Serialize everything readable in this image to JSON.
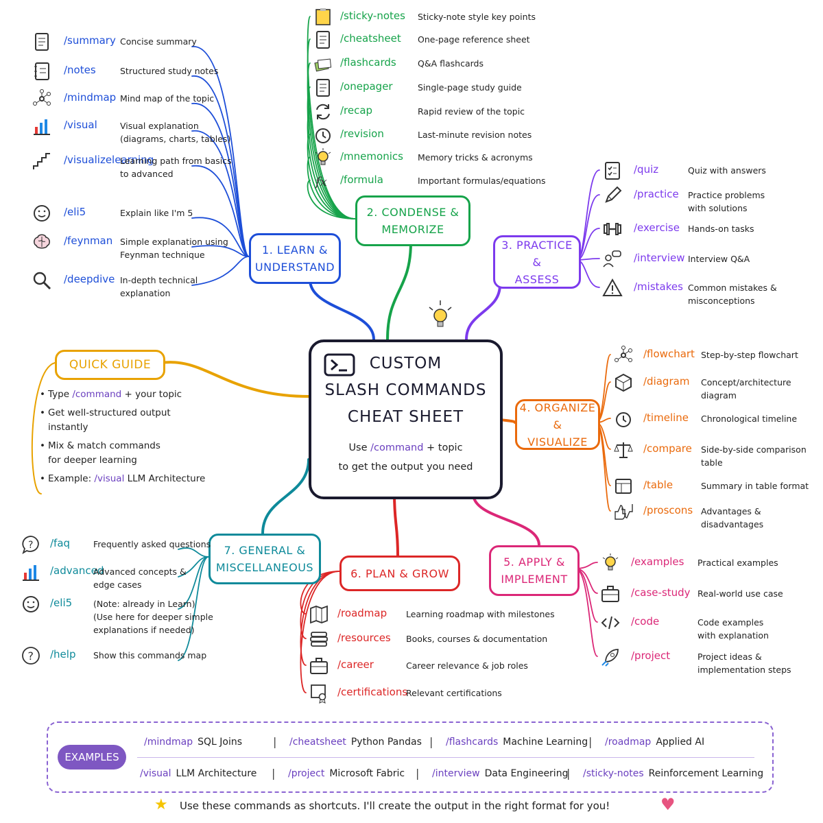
{
  "center": {
    "title": "CUSTOM\nSLASH COMMANDS\nCHEAT SHEET",
    "sub_prefix": "Use ",
    "sub_cmd": "/command",
    "sub_mid": " + topic",
    "sub_line2": "to get the output you need"
  },
  "branches": [
    {
      "id": "learn",
      "label": "1. LEARN &\nUNDERSTAND",
      "color": "#1d4ed8",
      "items": [
        {
          "cmd": "/summary",
          "desc": "Concise summary",
          "icon": "document-icon"
        },
        {
          "cmd": "/notes",
          "desc": "Structured study notes",
          "icon": "notebook-icon"
        },
        {
          "cmd": "/mindmap",
          "desc": "Mind map of the topic",
          "icon": "mindmap-icon"
        },
        {
          "cmd": "/visual",
          "desc": "Visual explanation\n(diagrams, charts, tables)",
          "icon": "bar-chart-icon"
        },
        {
          "cmd": "/visualizelearning",
          "desc": "Learning path from basics\nto advanced",
          "icon": "stairs-icon"
        },
        {
          "cmd": "/eli5",
          "desc": "Explain like I'm 5",
          "icon": "smiley-face-icon"
        },
        {
          "cmd": "/feynman",
          "desc": "Simple explanation using\nFeynman technique",
          "icon": "brain-icon"
        },
        {
          "cmd": "/deepdive",
          "desc": "In-depth technical\nexplanation",
          "icon": "magnifier-icon"
        }
      ]
    },
    {
      "id": "condense",
      "label": "2. CONDENSE &\nMEMORIZE",
      "color": "#16a34a",
      "items": [
        {
          "cmd": "/sticky-notes",
          "desc": "Sticky-note style key points",
          "icon": "sticky-note-icon"
        },
        {
          "cmd": "/cheatsheet",
          "desc": "One-page reference sheet",
          "icon": "sheet-icon"
        },
        {
          "cmd": "/flashcards",
          "desc": "Q&A flashcards",
          "icon": "flashcards-icon"
        },
        {
          "cmd": "/onepager",
          "desc": "Single-page study guide",
          "icon": "page-icon"
        },
        {
          "cmd": "/recap",
          "desc": "Rapid review of the topic",
          "icon": "refresh-icon"
        },
        {
          "cmd": "/revision",
          "desc": "Last-minute revision notes",
          "icon": "alarm-clock-icon"
        },
        {
          "cmd": "/mnemonics",
          "desc": "Memory tricks & acronyms",
          "icon": "lightbulb-icon"
        },
        {
          "cmd": "/formula",
          "desc": "Important formulas/equations",
          "icon": "function-icon"
        }
      ]
    },
    {
      "id": "practice",
      "label": "3. PRACTICE &\nASSESS",
      "color": "#7c3aed",
      "items": [
        {
          "cmd": "/quiz",
          "desc": "Quiz with answers",
          "icon": "checklist-icon"
        },
        {
          "cmd": "/practice",
          "desc": "Practice problems\nwith solutions",
          "icon": "pencil-icon"
        },
        {
          "cmd": "/exercise",
          "desc": "Hands-on tasks",
          "icon": "dumbbell-icon"
        },
        {
          "cmd": "/interview",
          "desc": "Interview Q&A",
          "icon": "people-chat-icon"
        },
        {
          "cmd": "/mistakes",
          "desc": "Common mistakes &\nmisconceptions",
          "icon": "warning-icon"
        }
      ]
    },
    {
      "id": "organize",
      "label": "4. ORGANIZE &\nVISUALIZE",
      "color": "#ea6a0c",
      "items": [
        {
          "cmd": "/flowchart",
          "desc": "Step-by-step flowchart",
          "icon": "flowchart-icon"
        },
        {
          "cmd": "/diagram",
          "desc": "Concept/architecture\ndiagram",
          "icon": "cube-icon"
        },
        {
          "cmd": "/timeline",
          "desc": "Chronological timeline",
          "icon": "clock-icon"
        },
        {
          "cmd": "/compare",
          "desc": "Side-by-side comparison\ntable",
          "icon": "scale-icon"
        },
        {
          "cmd": "/table",
          "desc": "Summary in table format",
          "icon": "table-icon"
        },
        {
          "cmd": "/proscons",
          "desc": "Advantages &\ndisadvantages",
          "icon": "thumbs-icon"
        }
      ]
    },
    {
      "id": "apply",
      "label": "5. APPLY &\nIMPLEMENT",
      "color": "#db2777",
      "items": [
        {
          "cmd": "/examples",
          "desc": "Practical examples",
          "icon": "lightbulb-icon"
        },
        {
          "cmd": "/case-study",
          "desc": "Real-world use case",
          "icon": "briefcase-icon"
        },
        {
          "cmd": "/code",
          "desc": "Code examples\nwith explanation",
          "icon": "code-icon"
        },
        {
          "cmd": "/project",
          "desc": "Project ideas &\nimplementation steps",
          "icon": "rocket-icon"
        }
      ]
    },
    {
      "id": "plan",
      "label": "6. PLAN & GROW",
      "color": "#dc2626",
      "items": [
        {
          "cmd": "/roadmap",
          "desc": "Learning roadmap with milestones",
          "icon": "map-icon"
        },
        {
          "cmd": "/resources",
          "desc": "Books, courses & documentation",
          "icon": "books-icon"
        },
        {
          "cmd": "/career",
          "desc": "Career relevance & job roles",
          "icon": "briefcase-icon"
        },
        {
          "cmd": "/certifications",
          "desc": "Relevant certifications",
          "icon": "certificate-icon"
        }
      ]
    },
    {
      "id": "general",
      "label": "7. GENERAL &\nMISCELLANEOUS",
      "color": "#0e8a9a",
      "items": [
        {
          "cmd": "/faq",
          "desc": "Frequently asked questions",
          "icon": "question-bubble-icon"
        },
        {
          "cmd": "/advanced",
          "desc": "Advanced concepts &\nedge cases",
          "icon": "growth-chart-icon"
        },
        {
          "cmd": "/eli5",
          "desc": "(Note: already in Learn)\n(Use here for deeper simple\nexplanations if needed)",
          "icon": "smiley-face-icon"
        },
        {
          "cmd": "/help",
          "desc": "Show this commands map",
          "icon": "question-circle-icon"
        }
      ]
    }
  ],
  "quick_guide": {
    "label": "QUICK GUIDE",
    "color": "#e8a200",
    "items": [
      {
        "pre": "Type ",
        "cmd": "/command",
        "post": " + your topic"
      },
      {
        "pre": "Get well-structured output\ninstantly",
        "cmd": "",
        "post": ""
      },
      {
        "pre": "Mix & match commands\nfor deeper learning",
        "cmd": "",
        "post": ""
      },
      {
        "pre": "Example: ",
        "cmd": "/visual",
        "post": " LLM Architecture"
      }
    ]
  },
  "examples": {
    "label": "EXAMPLES",
    "row1": [
      {
        "cmd": "/mindmap",
        "topic": "SQL Joins"
      },
      {
        "cmd": "/cheatsheet",
        "topic": "Python Pandas"
      },
      {
        "cmd": "/flashcards",
        "topic": "Machine Learning"
      },
      {
        "cmd": "/roadmap",
        "topic": "Applied AI"
      }
    ],
    "row2": [
      {
        "cmd": "/visual",
        "topic": "LLM Architecture"
      },
      {
        "cmd": "/project",
        "topic": "Microsoft Fabric"
      },
      {
        "cmd": "/interview",
        "topic": "Data Engineering"
      },
      {
        "cmd": "/sticky-notes",
        "topic": "Reinforcement Learning"
      }
    ],
    "separator": "|"
  },
  "footer": {
    "text": "Use these commands as shortcuts. I'll create the output in the right format for you!",
    "star_icon": "star-icon",
    "heart_icon": "heart-icon"
  }
}
